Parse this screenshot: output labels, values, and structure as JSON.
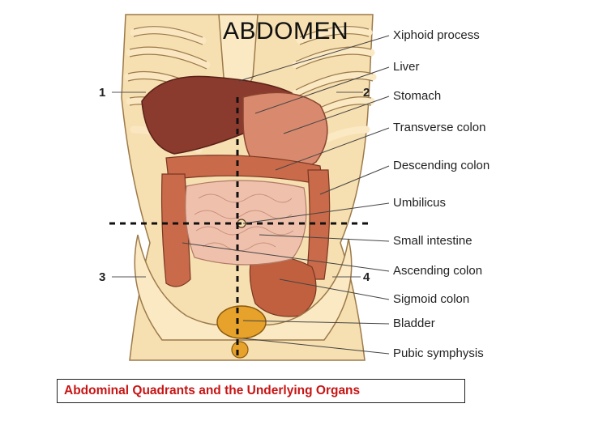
{
  "title": "ABDOMEN",
  "caption": "Abdominal Quadrants and the Underlying Organs",
  "quadrant_numbers": [
    "1",
    "2",
    "3",
    "4"
  ],
  "labels": [
    "Xiphoid process",
    "Liver",
    "Stomach",
    "Transverse colon",
    "Descending colon",
    "Umbilicus",
    "Small intestine",
    "Ascending colon",
    "Sigmoid colon",
    "Bladder",
    "Pubic symphysis"
  ],
  "colors": {
    "skin": "#f6dfb0",
    "bone": "#fbe9c4",
    "liver": "#8b3a2e",
    "stomach": "#d98a6e",
    "colon": "#c96a4a",
    "small_intestine": "#efc1ad",
    "bladder": "#e6a22a",
    "caption_text": "#c81414"
  }
}
